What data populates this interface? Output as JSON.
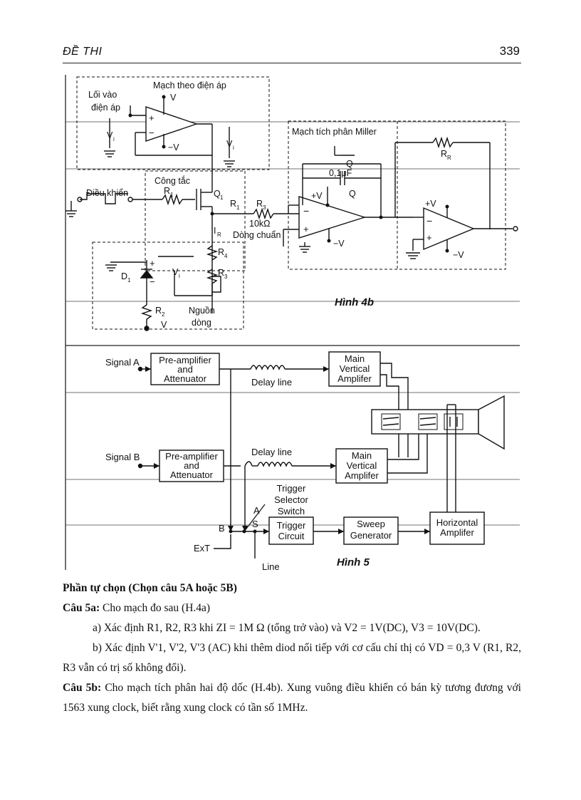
{
  "header": {
    "title": "ĐỀ THI",
    "page_number": "339"
  },
  "figure4b": {
    "caption": "Hình 4b",
    "voltage_follower": {
      "title": "Mạch theo điện áp",
      "input_label_1": "Lối vào",
      "input_label_2": "điện áp",
      "v_plus": "V",
      "v_minus": "−V",
      "vi_left": "V",
      "vi_right": "V",
      "sub_i": "i",
      "plus": "+",
      "minus": "−"
    },
    "control": {
      "label": "Điều khiển",
      "switch_label": "Công tắc",
      "r1_left": "R",
      "r1_right": "R",
      "sub_1": "1",
      "q1": "Q",
      "r3": "R",
      "sub_3": "3",
      "r3_value": "10kΩ",
      "ref_current": "Dòng chuẩn",
      "ir": "I",
      "sub_r": "R"
    },
    "miller": {
      "title": "Mạch tích phân Miller",
      "rr": "R",
      "sub_r": "R",
      "q1": "Q",
      "cap": "0,1μF",
      "plus_v": "+V",
      "minus_v": "−V",
      "plus": "+",
      "minus": "−"
    },
    "output_amp": {
      "plus_v": "+V",
      "minus_v": "−V",
      "plus": "+",
      "minus": "−"
    },
    "current_source": {
      "d1": "D",
      "sub_1": "1",
      "r4": "R",
      "sub_4": "4",
      "r3": "R",
      "sub_3": "3",
      "r2": "R",
      "sub_2": "2",
      "vi": "V",
      "sub_i": "i",
      "v": "V",
      "label_1": "Nguồn",
      "label_2": "dòng",
      "plus": "+",
      "minus": "−"
    }
  },
  "figure5": {
    "caption": "Hình 5",
    "signal_a": "Signal A",
    "signal_b": "Signal B",
    "preamp_a": [
      "Pre-amplifier",
      "and",
      "Attenuator"
    ],
    "preamp_b": [
      "Pre-amplifier",
      "and",
      "Attenuator"
    ],
    "delay_a": "Delay line",
    "delay_b": "Delay line",
    "main_vert_a": [
      "Main",
      "Vertical",
      "Amplifer"
    ],
    "main_vert_b": [
      "Main",
      "Vertical",
      "Amplifer"
    ],
    "trigger_selector": [
      "Trigger",
      "Selector",
      "Switch"
    ],
    "trigger_circuit": [
      "Trigger",
      "Circuit"
    ],
    "sweep_generator": [
      "Sweep",
      "Generator"
    ],
    "horizontal_amp": [
      "Horizontal",
      "Amplifer"
    ],
    "switch_a": "A",
    "switch_b": "B",
    "switch_s": "S",
    "ext": "ExT",
    "line": "Line"
  },
  "section": {
    "heading": "Phần tự chọn (Chọn câu 5A hoặc 5B)",
    "q5a_label": "Câu 5a:",
    "q5a_text": " Cho mạch đo sau (H.4a)",
    "q5a_a": "a) Xác định R1, R2, R3 khi ZI = 1M Ω (tổng trở vào) và V2 = 1V(DC), V3 = 10V(DC).",
    "q5a_b": "b) Xác định V'1, V'2, V'3 (AC) khi thêm diod nối tiếp với cơ cấu chỉ thị có VD = 0,3 V (R1, R2, R3 vẫn có trị số không đổi).",
    "q5b_label": "Câu 5b:",
    "q5b_text": " Cho mạch tích phân hai độ dốc (H.4b). Xung vuông điều khiển có bán kỳ tương đương với 1563 xung clock, biết rằng xung clock có tần số 1MHz."
  }
}
